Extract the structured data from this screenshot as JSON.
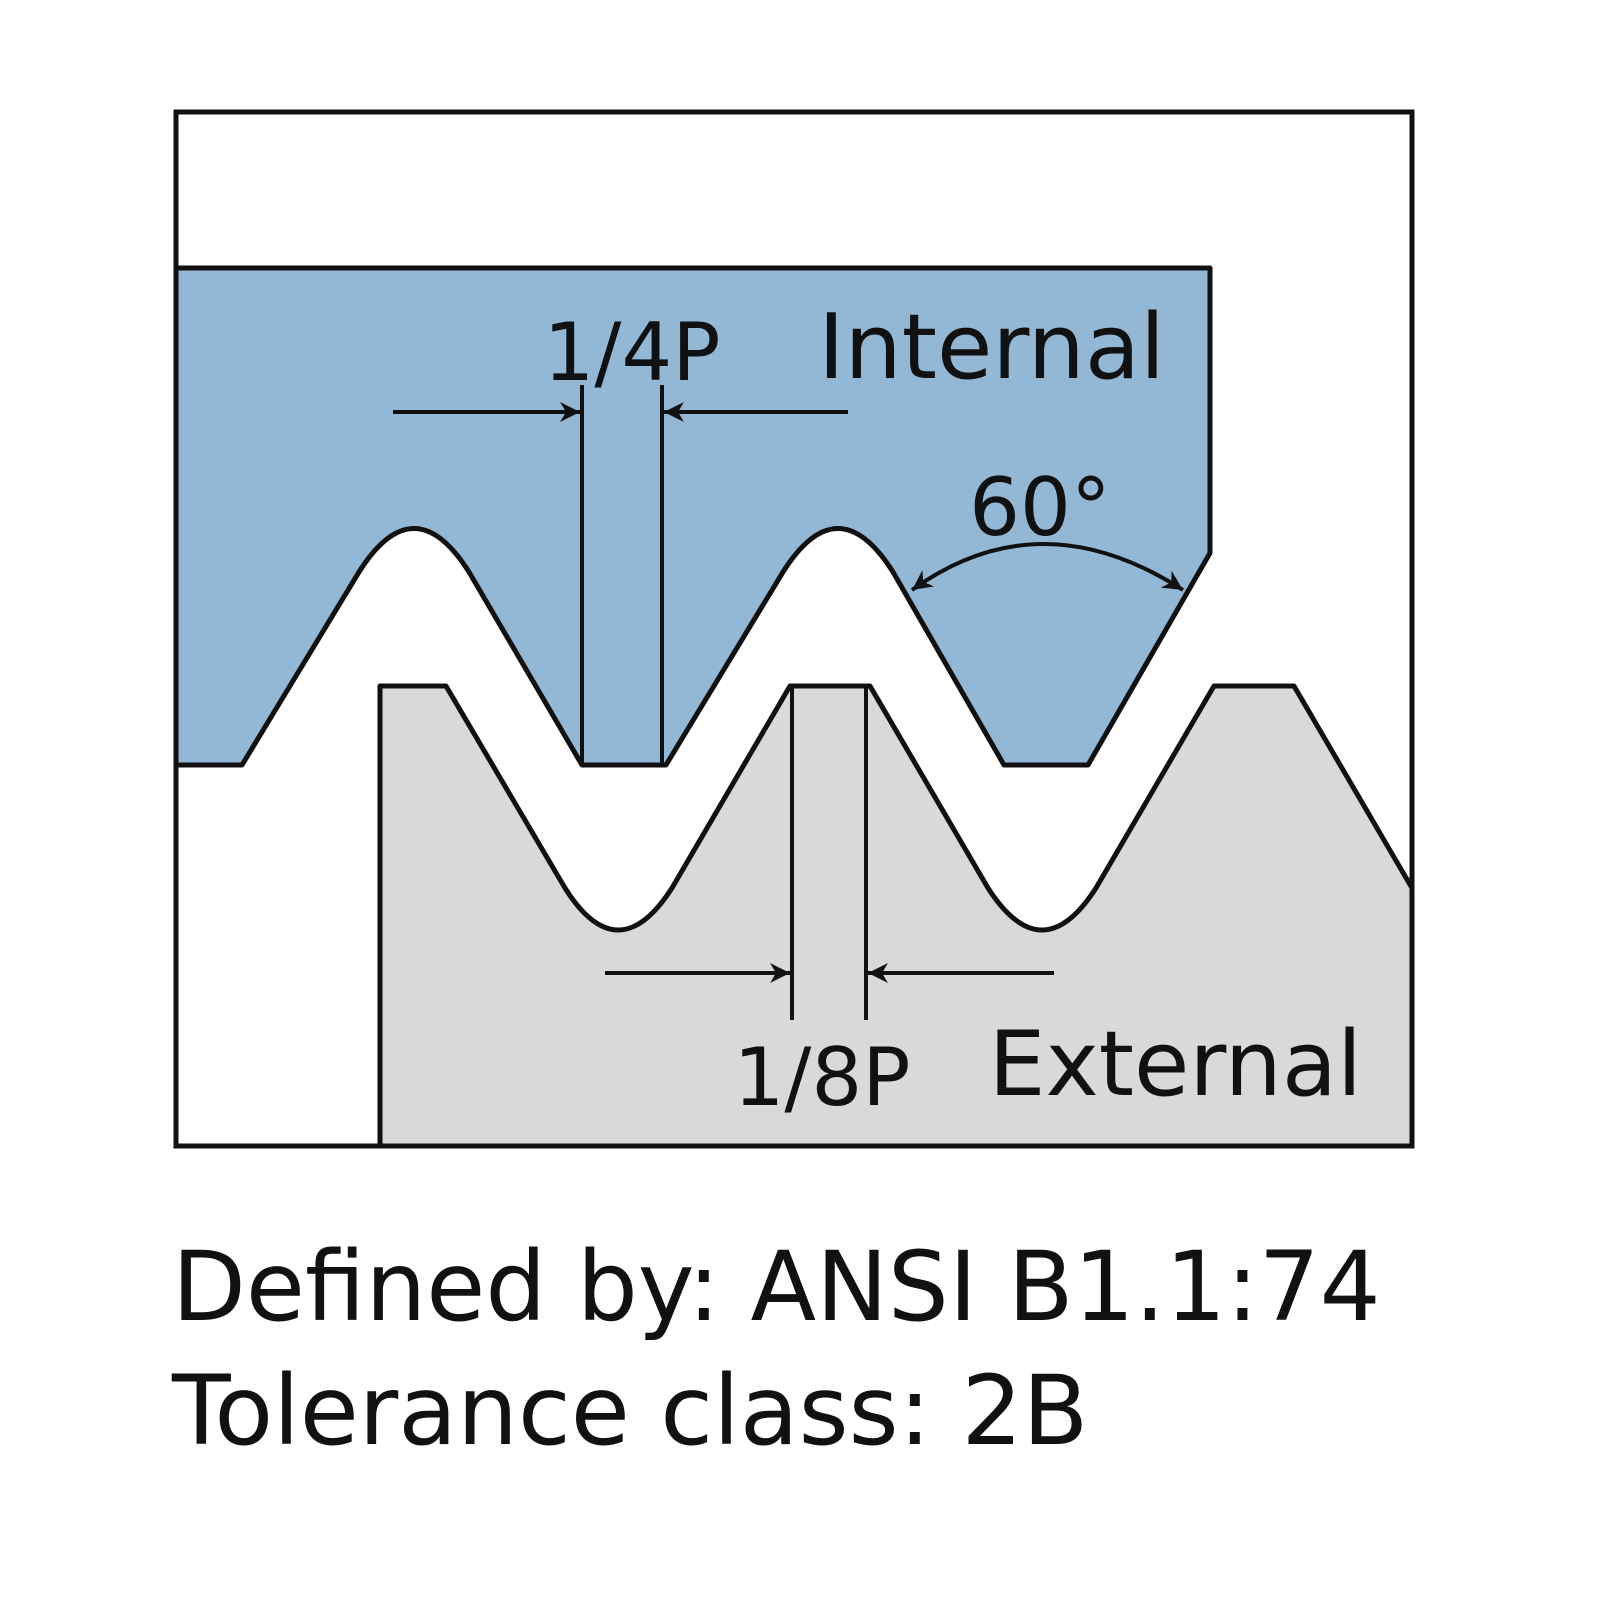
{
  "diagram": {
    "labels": {
      "internal": "Internal",
      "external": "External",
      "root_dim": "1/4P",
      "crest_dim": "1/8P",
      "angle": "60°"
    },
    "colors": {
      "internal_fill": "#93b8d6",
      "external_fill": "#d8d9da",
      "stroke": "#111111"
    }
  },
  "caption": {
    "line1": "Defined by: ANSI B1.1:74",
    "line2": "Tolerance class: 2B"
  }
}
